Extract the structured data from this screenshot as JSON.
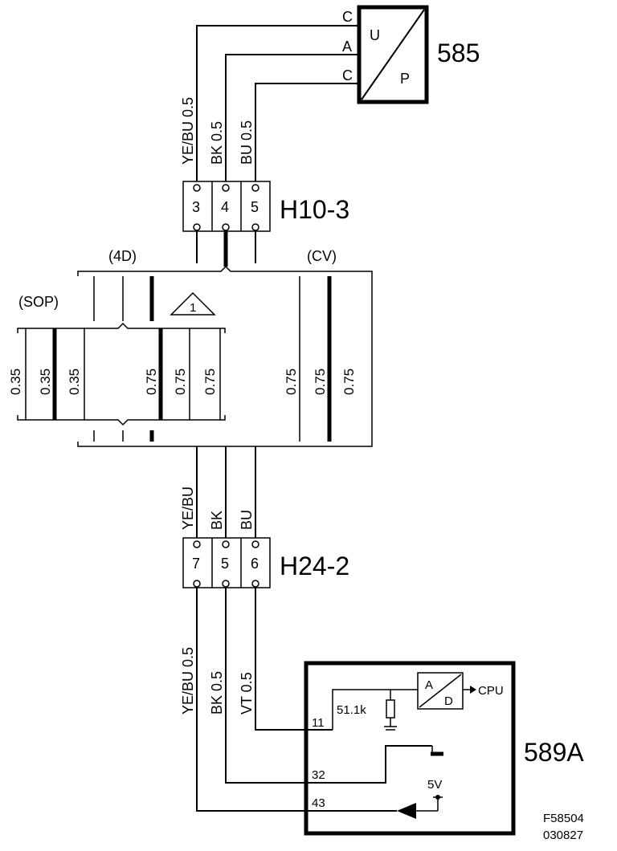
{
  "components": {
    "sensor": {
      "id": "585",
      "symbol_top": "U",
      "symbol_bottom": "P",
      "pins": [
        "C",
        "A",
        "C"
      ]
    },
    "connector_top": {
      "id": "H10-3",
      "pins": [
        "3",
        "4",
        "5"
      ]
    },
    "connector_bottom": {
      "id": "H24-2",
      "pins": [
        "7",
        "5",
        "6"
      ]
    },
    "ecu": {
      "id": "589A",
      "adc_a": "A",
      "adc_d": "D",
      "cpu": "CPU",
      "resistor": "51.1k",
      "supply": "5V",
      "pins": [
        "11",
        "32",
        "43"
      ]
    }
  },
  "wires": {
    "top": [
      "YE/BU  0.5",
      "BK  0.5",
      "BU  0.5"
    ],
    "mid": [
      "YE/BU",
      "BK",
      "BU"
    ],
    "bottom": [
      "YE/BU  0.5",
      "BK  0.5",
      "VT  0.5"
    ]
  },
  "variants": {
    "four_d": "(4D)",
    "cv": "(CV)",
    "sop": "(SOP)",
    "note": "1"
  },
  "gauges": {
    "left": [
      "0.35",
      "0.35",
      "0.35",
      "0.75",
      "0.75",
      "0.75"
    ],
    "right": [
      "0.75",
      "0.75",
      "0.75"
    ]
  },
  "figure_ref": {
    "code": "F58504",
    "date": "030827"
  }
}
